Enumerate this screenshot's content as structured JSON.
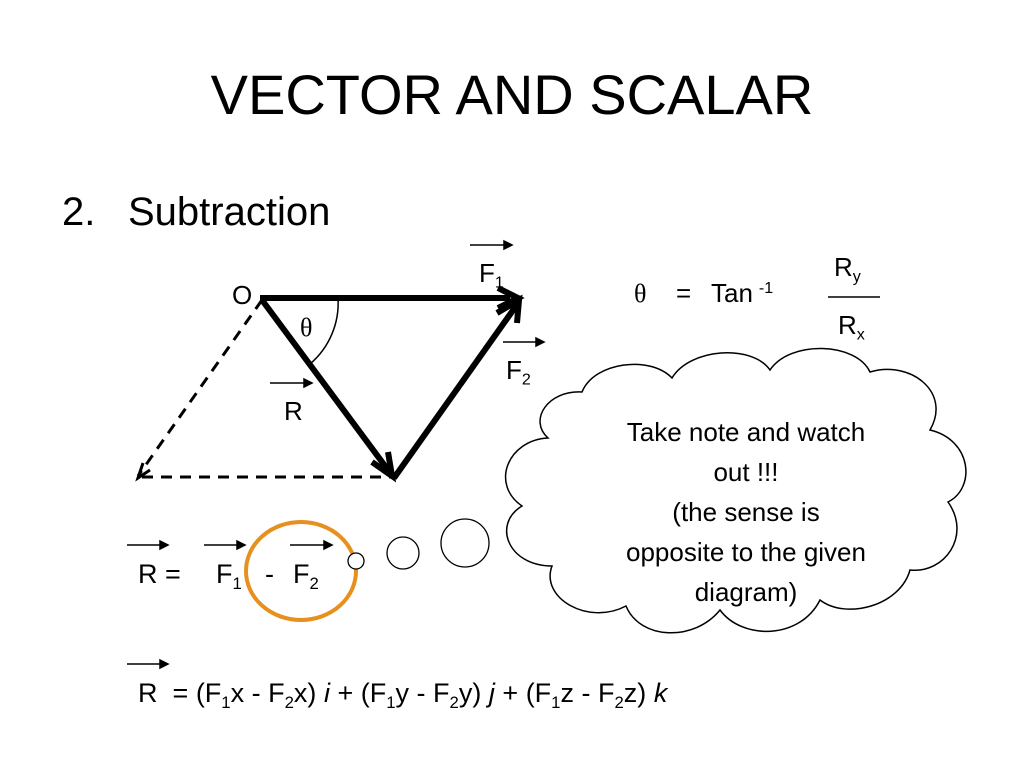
{
  "title": "VECTOR AND SCALAR",
  "list_item": {
    "number": "2.",
    "label": "Subtraction"
  },
  "diagram": {
    "origin_label": "O",
    "angle_label": "θ",
    "f1": {
      "base": "F",
      "sub": "1"
    },
    "f2": {
      "base": "F",
      "sub": "2"
    },
    "r": {
      "base": "R"
    }
  },
  "angle_formula": {
    "theta": "θ",
    "equals": "=",
    "func": "Tan",
    "exponent": "-1",
    "numerator": {
      "base": "R",
      "sub": "y"
    },
    "denominator": {
      "base": "R",
      "sub": "x"
    }
  },
  "vector_equation": {
    "lhs": "R",
    "equals": "=",
    "term1": {
      "base": "F",
      "sub": "1"
    },
    "minus": "-",
    "term2": {
      "base": "F",
      "sub": "2"
    }
  },
  "component_equation": {
    "lhs": "R",
    "equals": "=",
    "x_part": {
      "open": "(F",
      "s1": "1",
      "mid": "x - F",
      "s2": "2",
      "close": "x)",
      "unit": "i"
    },
    "plus1": "+",
    "y_part": {
      "open": "(F",
      "s1": "1",
      "mid": "y - F",
      "s2": "2",
      "close": "y)",
      "unit": "j"
    },
    "plus2": "+",
    "z_part": {
      "open": "(F",
      "s1": "1",
      "mid": "z - F",
      "s2": "2",
      "close": "z)",
      "unit": "k"
    }
  },
  "callout": {
    "lines": [
      "Take note and watch",
      "out !!!",
      "(the sense is",
      "opposite to the given",
      "diagram)"
    ]
  },
  "colors": {
    "highlight_circle": "#E8901E",
    "ink": "#000000"
  }
}
